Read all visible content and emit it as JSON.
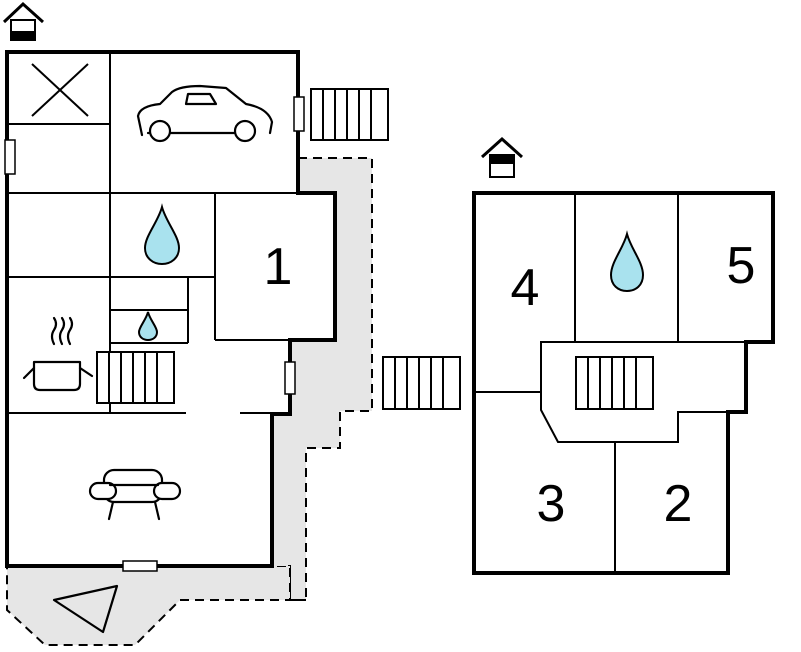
{
  "floors": [
    {
      "id": "ground-floor",
      "level_icon": "house-ground-floor-icon",
      "rooms": [
        {
          "id": "bedroom-1",
          "label": "1"
        }
      ],
      "icons": [
        "storage-cross-icon",
        "car-icon",
        "water-drop-icon",
        "water-drop-small-icon",
        "kitchen-pot-icon",
        "sofa-icon",
        "terrace-triangle-icon",
        "stairs-icon"
      ]
    },
    {
      "id": "upper-floor",
      "level_icon": "house-upper-floor-icon",
      "rooms": [
        {
          "id": "bedroom-2",
          "label": "2"
        },
        {
          "id": "bedroom-3",
          "label": "3"
        },
        {
          "id": "bedroom-4",
          "label": "4"
        },
        {
          "id": "bedroom-5",
          "label": "5"
        }
      ],
      "icons": [
        "water-drop-icon",
        "stairs-icon"
      ]
    }
  ],
  "colors": {
    "wall": "#000000",
    "terrace": "#e6e6e6",
    "water": "#a9e2ee",
    "background": "#ffffff"
  }
}
